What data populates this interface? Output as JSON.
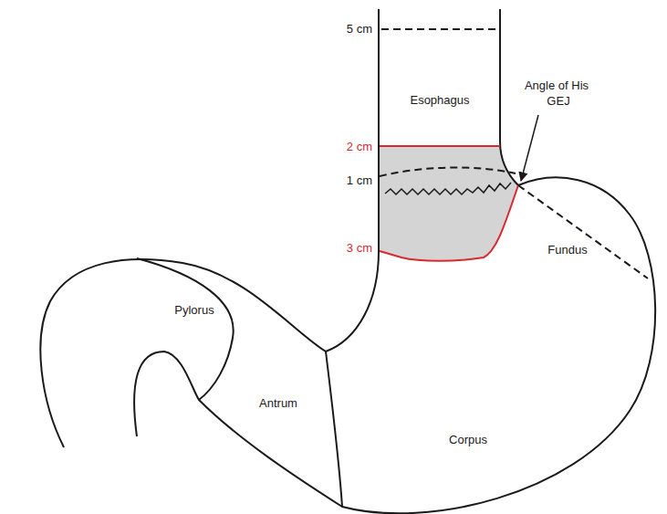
{
  "diagram": {
    "labels": [
      "5 cm",
      "Esophagus",
      "Angle of His",
      "GEJ",
      "2 cm",
      "1 cm",
      "Fundus",
      "3 cm",
      "Pylorus",
      "Antrum",
      "Corpus"
    ]
  }
}
